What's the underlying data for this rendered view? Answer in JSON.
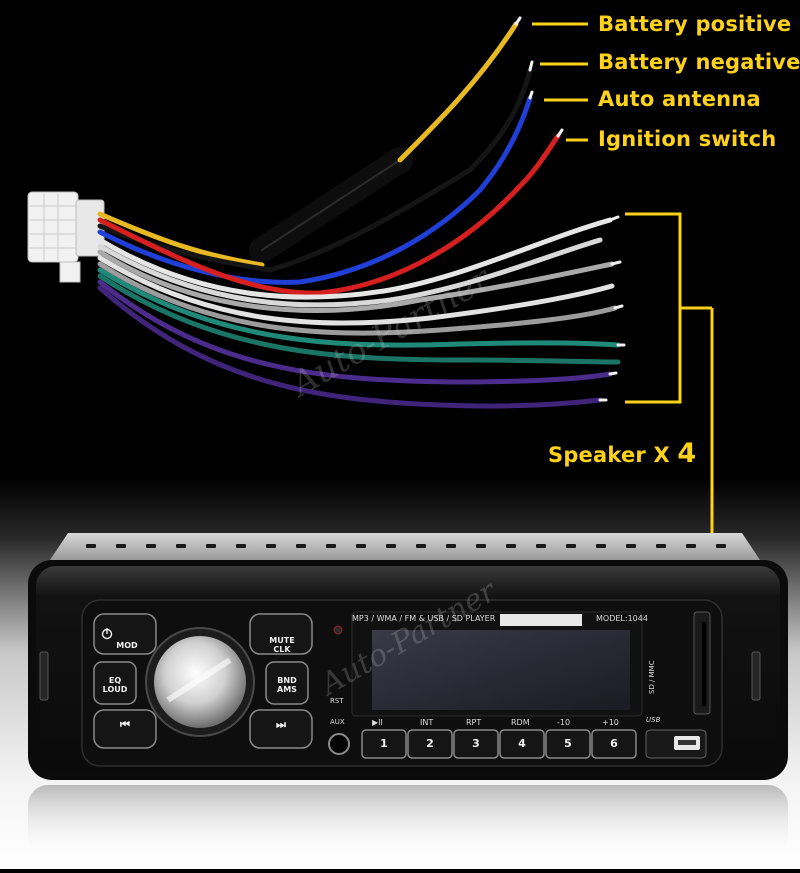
{
  "image": {
    "subject": "car stereo wiring harness with labelled wires and front panel",
    "background_top": "#000000",
    "background_bottom": "#ffffff",
    "accent_color": "#ffd21a"
  },
  "callouts": {
    "battery_positive": "Battery positive",
    "battery_negative": "Battery negative",
    "auto_antenna": "Auto antenna",
    "ignition_switch": "Ignition switch",
    "speaker_prefix": "Speaker X",
    "speaker_count": "4"
  },
  "wire_colors": {
    "yellow": "#e8b923",
    "black": "#141414",
    "blue": "#1f3fd6",
    "red": "#d61f1f",
    "white": "#e6e6e6",
    "gray": "#a9a9a9",
    "green": "#1f8a7a",
    "purple": "#4b2c8c"
  },
  "watermark": "Auto-Partner",
  "stereo": {
    "power_mod": "MOD",
    "mute_clk": [
      "MUTE",
      "CLK"
    ],
    "eq_loud": [
      "EQ",
      "LOUD"
    ],
    "bnd_ams": [
      "BND",
      "AMS"
    ],
    "prev": "⏮",
    "next": "⏭",
    "rst": "RST",
    "aux": "AUX",
    "display_title": "MP3 / WMA / FM & USB / SD PLAYER",
    "model": "MODEL:1044",
    "sd_label": "SD / MMC",
    "usb_label": "USB",
    "functions": [
      "▶II",
      "INT",
      "RPT",
      "RDM",
      "-10",
      "+10"
    ],
    "presets": [
      "1",
      "2",
      "3",
      "4",
      "5",
      "6"
    ]
  }
}
